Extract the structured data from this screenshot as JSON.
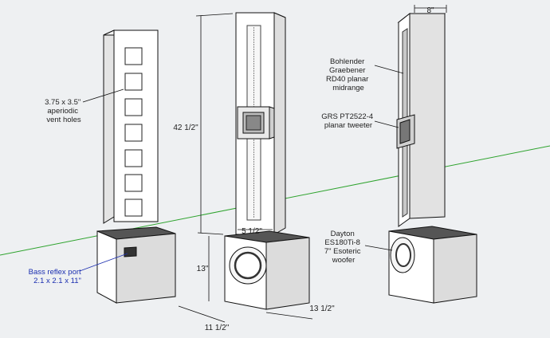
{
  "callouts": {
    "vent_holes": [
      "3.75 x 3.5\"",
      "aperiodic",
      "vent holes"
    ],
    "bass_port": [
      "Bass reflex port",
      "2.1 x 2.1 x 11\""
    ],
    "midrange": [
      "Bohlender",
      "Graebener",
      "RD40 planar",
      "midrange"
    ],
    "tweeter": [
      "GRS PT2522-4",
      "planar tweeter"
    ],
    "woofer": [
      "Dayton",
      "ES180Ti-8",
      "7\" Esoteric",
      "woofer"
    ]
  },
  "dimensions": {
    "width_top": "8\"",
    "height_column": "42 1/2\"",
    "column_width": "5 1/2\"",
    "base_height": "13\"",
    "base_width": "11 1/2\"",
    "base_depth": "13 1/2\""
  },
  "colors": {
    "background": "#eef0f2",
    "face_light": "#ffffff",
    "face_shadow": "#d9d9d9",
    "outline": "#111111",
    "horizon": "#2ea32e",
    "callout_blue": "#1b2fb0"
  }
}
